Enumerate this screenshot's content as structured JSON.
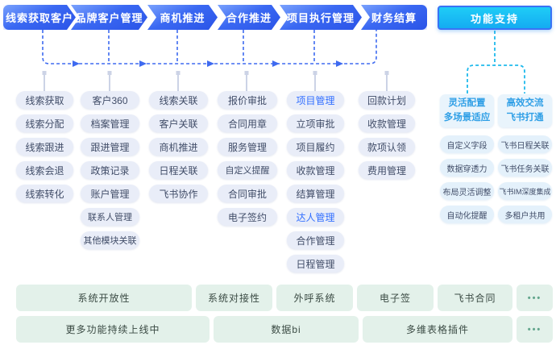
{
  "flow_steps": [
    {
      "label": "线索获取客户"
    },
    {
      "label": "品牌客户管理"
    },
    {
      "label": "商机推进"
    },
    {
      "label": "合作推进"
    },
    {
      "label": "项目执行管理"
    },
    {
      "label": "财务结算"
    }
  ],
  "support": {
    "button_label": "功能支持",
    "groups": [
      {
        "header_line1": "灵活配置",
        "header_line2": "多场景适应",
        "items": [
          "自定义字段",
          "数据穿透力",
          "布局灵活调整",
          "自动化提醒"
        ]
      },
      {
        "header_line1": "高效交流",
        "header_line2": "飞书打通",
        "items": [
          "飞书日程关联",
          "飞书任务关联",
          "飞书IM深度集成",
          "多租户共用"
        ]
      }
    ]
  },
  "columns": [
    {
      "items": [
        "线索获取",
        "线索分配",
        "线索跟进",
        "线索会退",
        "线索转化"
      ]
    },
    {
      "items": [
        "客户360",
        "档案管理",
        "跟进管理",
        "政策记录",
        "账户管理",
        "联系人管理",
        "其他模块关联"
      ]
    },
    {
      "items": [
        "线索关联",
        "客户关联",
        "商机推进",
        "日程关联",
        "飞书协作"
      ]
    },
    {
      "items": [
        "报价审批",
        "合同用章",
        "服务管理",
        "自定义提醒",
        "合同审批",
        "电子签约"
      ]
    },
    {
      "items": [
        "项目管理",
        "立项审批",
        "项目履约",
        "收款管理",
        "结算管理",
        "达人管理",
        "合作管理",
        "日程管理"
      ]
    },
    {
      "items": [
        "回款计划",
        "收款管理",
        "款项认领",
        "费用管理"
      ]
    }
  ],
  "highlighted_items": [
    "项目管理",
    "达人管理"
  ],
  "bottom_rows": [
    [
      "系统开放性",
      "系统对接性",
      "外呼系统",
      "电子签",
      "飞书合同",
      "•••"
    ],
    [
      "更多功能持续上线中",
      "数据bi",
      "多维表格插件",
      "•••"
    ]
  ],
  "colors": {
    "flow_button_gradient_start": "#7aa2fd",
    "flow_button_gradient_end": "#2a53e7",
    "support_button_fill": "#1fc4f5",
    "support_button_border": "#3a72f5",
    "connector_blue": "#3e6af0",
    "connector_cyan": "#1fb9ec",
    "connector_gray": "#ccd3e6",
    "pill_bg": "#e9edf8",
    "pill_text": "#414d68",
    "pill_highlight_text": "#3370ff",
    "support_header_text": "#2f9fe6",
    "support_pill_bg": "#e4f1fb",
    "bottom_box_bg": "#e3f1ea",
    "bottom_box_text": "#3b4b44",
    "ellipsis_dots": "#63a68d"
  }
}
